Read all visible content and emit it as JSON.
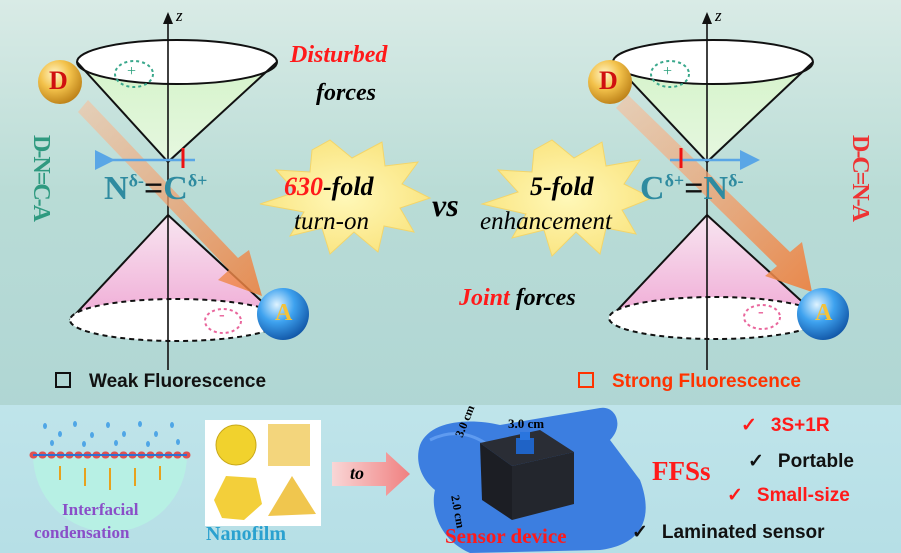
{
  "left_panel": {
    "axis_label": "z",
    "donor_label": "D",
    "acceptor_label": "A",
    "plus_sign": "+",
    "minus_sign": "-",
    "disturbed_line1": "Disturbed",
    "disturbed_line2": "forces",
    "vertical_formula": "D-N=C-A",
    "bond_n": "N",
    "bond_n_charge": "δ-",
    "bond_c": "C",
    "bond_c_charge": "δ+",
    "bond_eq": "=",
    "legend": "Weak Fluorescence"
  },
  "center": {
    "left_burst_number": "630",
    "left_burst_suffix": "-fold",
    "left_burst_line2": "turn-on",
    "vs": "vs",
    "right_burst_line1": "5-fold",
    "right_burst_line2": "enhancement"
  },
  "right_panel": {
    "axis_label": "z",
    "donor_label": "D",
    "acceptor_label": "A",
    "plus_sign": "+",
    "minus_sign": "-",
    "joint_word1": "Joint",
    "joint_word2": "forces",
    "vertical_formula": "D-C=N-A",
    "bond_c": "C",
    "bond_c_charge": "δ+",
    "bond_n": "N",
    "bond_n_charge": "δ-",
    "bond_eq": "=",
    "legend": "Strong Fluorescence"
  },
  "bottom": {
    "interfacial_line1": "Interfacial",
    "interfacial_line2": "condensation",
    "nanofilm": "Nanofilm",
    "to": "to",
    "dim_top": "3.0 cm",
    "dim_side": "3.0 cm",
    "dim_height": "2.0 cm",
    "sensor_device": "Sensor device",
    "ffss": "FFSs",
    "features": [
      "3S+1R",
      "Portable",
      "Small-size",
      "Laminated sensor"
    ],
    "check_symbol": "✓"
  },
  "colors": {
    "red": "#ff1a1a",
    "teal": "#3a9a8c",
    "blue": "#2f8fdc",
    "orange_arrow": "#f0955a",
    "purple": "#8a4fc8",
    "nanofilm_blue": "#2aa1cf"
  }
}
